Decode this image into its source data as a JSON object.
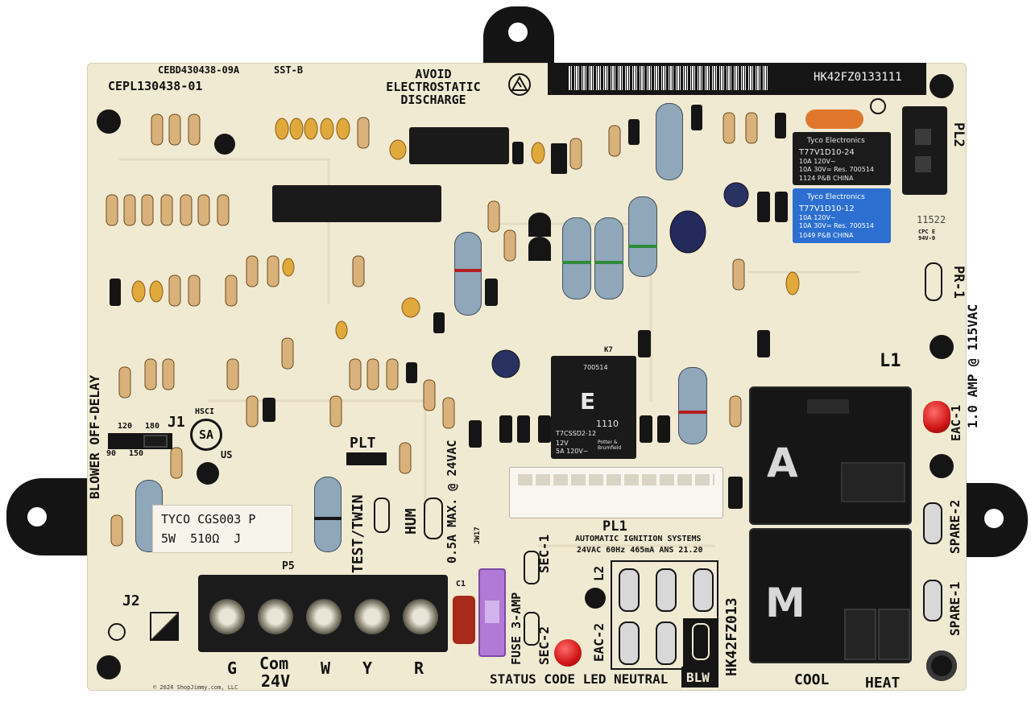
{
  "board": {
    "part_numbers": {
      "top_code": "CEBD430438-09A",
      "sst": "SST-B",
      "cepl": "CEPL130438-01",
      "barcode_text": "HK42FZ0133111",
      "model_vertical": "HK42FZ013"
    },
    "warnings": {
      "esd": "AVOID ELECTROSTATIC DISCHARGE",
      "fuse_rating_vertical": "0.5A MAX. @ 24VAC",
      "fuse": "FUSE 3-AMP",
      "amp_rating": "1.0 AMP @ 115VAC"
    },
    "headers": {
      "blower_off_delay": "BLOWER OFF-DELAY",
      "j1": "J1",
      "j1_positions": [
        "90",
        "120",
        "150",
        "180"
      ],
      "hsci": "HSCI",
      "csa": "SA",
      "us": "US",
      "plt": "PLT",
      "test_twin": "TEST/TWIN",
      "hum": "HUM",
      "j2": "J2",
      "p5": "P5",
      "pl1": "PL1",
      "pl2": "PL2",
      "pr1": "PR-1",
      "l1": "L1",
      "l2": "L2",
      "k7": "K7",
      "c1": "C1",
      "jw17": "JW17"
    },
    "terminals": [
      "G",
      "Com",
      "W",
      "Y",
      "R"
    ],
    "terminal_sub": "24V",
    "resistor_label": {
      "line1": "TYCO CGS003 P",
      "line2": "5W  510Ω  J"
    },
    "ignition_text": {
      "line1": "AUTOMATIC IGNITION SYSTEMS",
      "line2": "24VAC 60Hz 465mA ANS 21.20"
    },
    "relays": {
      "k_orange": {
        "brand": "Tyco Electronics",
        "part": "T77V1D10-24",
        "r1": "10A 120V~",
        "r2": "10A 30V= Res. 700514",
        "code": "1124 P&B CHINA"
      },
      "k_blue": {
        "brand": "Tyco Electronics",
        "part": "T77V1D10-12",
        "r1": "10A 120V~",
        "r2": "10A 30V= Res. 700514",
        "code": "1049 P&B CHINA"
      },
      "k7": {
        "part": "T7CSSD2-12",
        "rating1": "12V",
        "rating2": "5A 120V~",
        "code": "700514",
        "letter": "E",
        "date": "1110",
        "brand": "Potter & Brumfield"
      },
      "big_a": "A",
      "big_m": "M"
    },
    "side_labels": {
      "eac1": "EAC-1",
      "spare2": "SPARE-2",
      "spare1": "SPARE-1",
      "eac2": "EAC-2",
      "sec1": "SEC-1",
      "sec2": "SEC-2",
      "status_led": "STATUS CODE LED",
      "neutral": "NEUTRAL",
      "blw": "BLW",
      "cool": "COOL",
      "heat": "HEAT",
      "handwritten": "11522",
      "cpc": "CPC E 94V-0"
    },
    "copyright": "© 2024 ShopJimmy.com, LLC",
    "colors": {
      "board": "#f1ead3",
      "silk": "#151515",
      "relay_blue": "#2c6fd1",
      "relay_black": "#161616",
      "led_red": "#e31b1b",
      "fuse_purple": "#b07ad6",
      "resistor_tan": "#d8b27a",
      "resistor_blue": "#8fa7b8"
    }
  }
}
